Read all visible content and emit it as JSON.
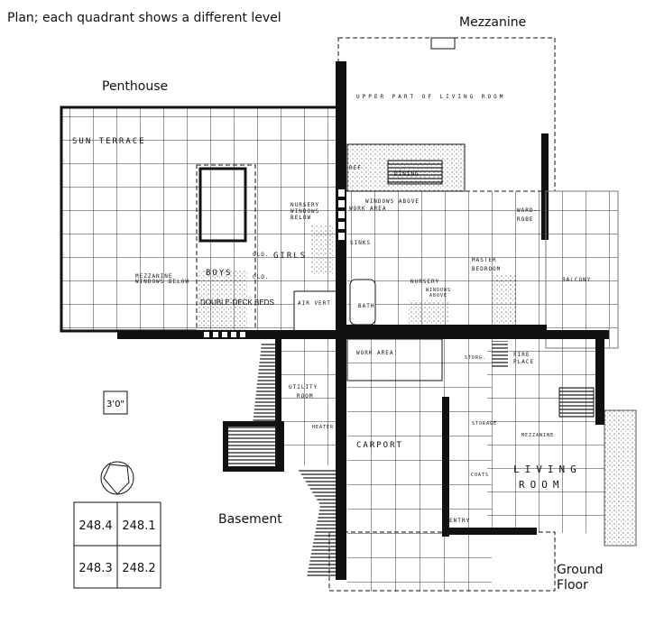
{
  "title": "Plan; each quadrant shows a different level",
  "levels": {
    "mezzanine": "Mezzanine",
    "penthouse": "Penthouse",
    "basement": "Basement",
    "ground_floor_1": "Ground",
    "ground_floor_2": "Floor"
  },
  "scale_label": "3'0\"",
  "legend_table": {
    "top_left": "248.4",
    "top_right": "248.1",
    "bottom_left": "248.3",
    "bottom_right": "248.2"
  },
  "rooms": {
    "sun_terrace": "SUN TERRACE",
    "nursery_windows_below_1": "NURSERY",
    "nursery_windows_below_2": "WINDOWS",
    "nursery_windows_below_3": "BELOW",
    "clo_1": "CLO.",
    "clo_2": "CLO.",
    "girls": "GIRLS",
    "boys": "BOYS",
    "mezzanine_windows_below_1": "MEZZANINE",
    "mezzanine_windows_below_2": "WINDOWS BELOW",
    "double_deck_beds": "DOUBLE-DECK BEDS",
    "air_vert": "AIR VERT",
    "upper_living": "UPPER PART OF LIVING ROOM",
    "dining": "DINING",
    "windows_above": "WINDOWS ABOVE",
    "work_area_upper": "WORK AREA",
    "ref": "REF",
    "sinks": "SINKS",
    "wardrobe_1": "WARD-",
    "wardrobe_2": "ROBE",
    "master_1": "MASTER",
    "master_2": "BEDROOM",
    "nursery": "NURSERY",
    "nursery_windows_above_1": "WINDOWS",
    "nursery_windows_above_2": "ABOVE",
    "bath": "BATH",
    "balcony": "BALCONY",
    "work_area_lower": "WORK AREA",
    "storage_1": "STORG.",
    "fire_1": "FIRE",
    "fire_2": "PLACE",
    "utility_1": "UTILITY",
    "utility_2": "ROOM",
    "heater": "HEATER",
    "carport": "CARPORT",
    "storage_2": "STORAGE",
    "mezzanine_lower": "MEZZANINE",
    "living_1": "LIVING",
    "living_2": "ROOM",
    "coats": "COATS",
    "entry": "ENTRY"
  },
  "colors": {
    "ink": "#111111",
    "paper": "#ffffff"
  }
}
